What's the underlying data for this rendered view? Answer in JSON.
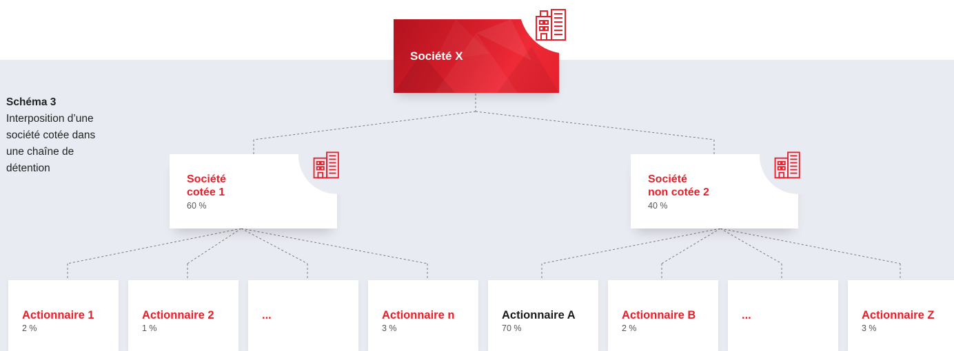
{
  "caption": {
    "title": "Schéma 3",
    "description": "Interposition d’une société cotée dans une chaîne de détention"
  },
  "top_node": {
    "label": "Société X",
    "icon": "building-icon"
  },
  "middle_nodes": [
    {
      "line1": "Société",
      "line2": "cotée 1",
      "percent": "60 %",
      "icon": "building-icon"
    },
    {
      "line1": "Société",
      "line2": "non cotée 2",
      "percent": "40 %",
      "icon": "building-icon"
    }
  ],
  "shareholders": [
    {
      "name": "Actionnaire 1",
      "percent": "2 %",
      "highlight": true
    },
    {
      "name": "Actionnaire 2",
      "percent": "1 %",
      "highlight": true
    },
    {
      "name": "...",
      "percent": "",
      "highlight": true
    },
    {
      "name": "Actionnaire n",
      "percent": "3 %",
      "highlight": true
    },
    {
      "name": "Actionnaire A",
      "percent": "70 %",
      "highlight": false
    },
    {
      "name": "Actionnaire B",
      "percent": "2 %",
      "highlight": true
    },
    {
      "name": "...",
      "percent": "",
      "highlight": true
    },
    {
      "name": "Actionnaire Z",
      "percent": "3 %",
      "highlight": true
    }
  ],
  "colors": {
    "accent": "#e5202b",
    "panel": "#e8ebf1",
    "dark_text": "#1a1a1a"
  }
}
